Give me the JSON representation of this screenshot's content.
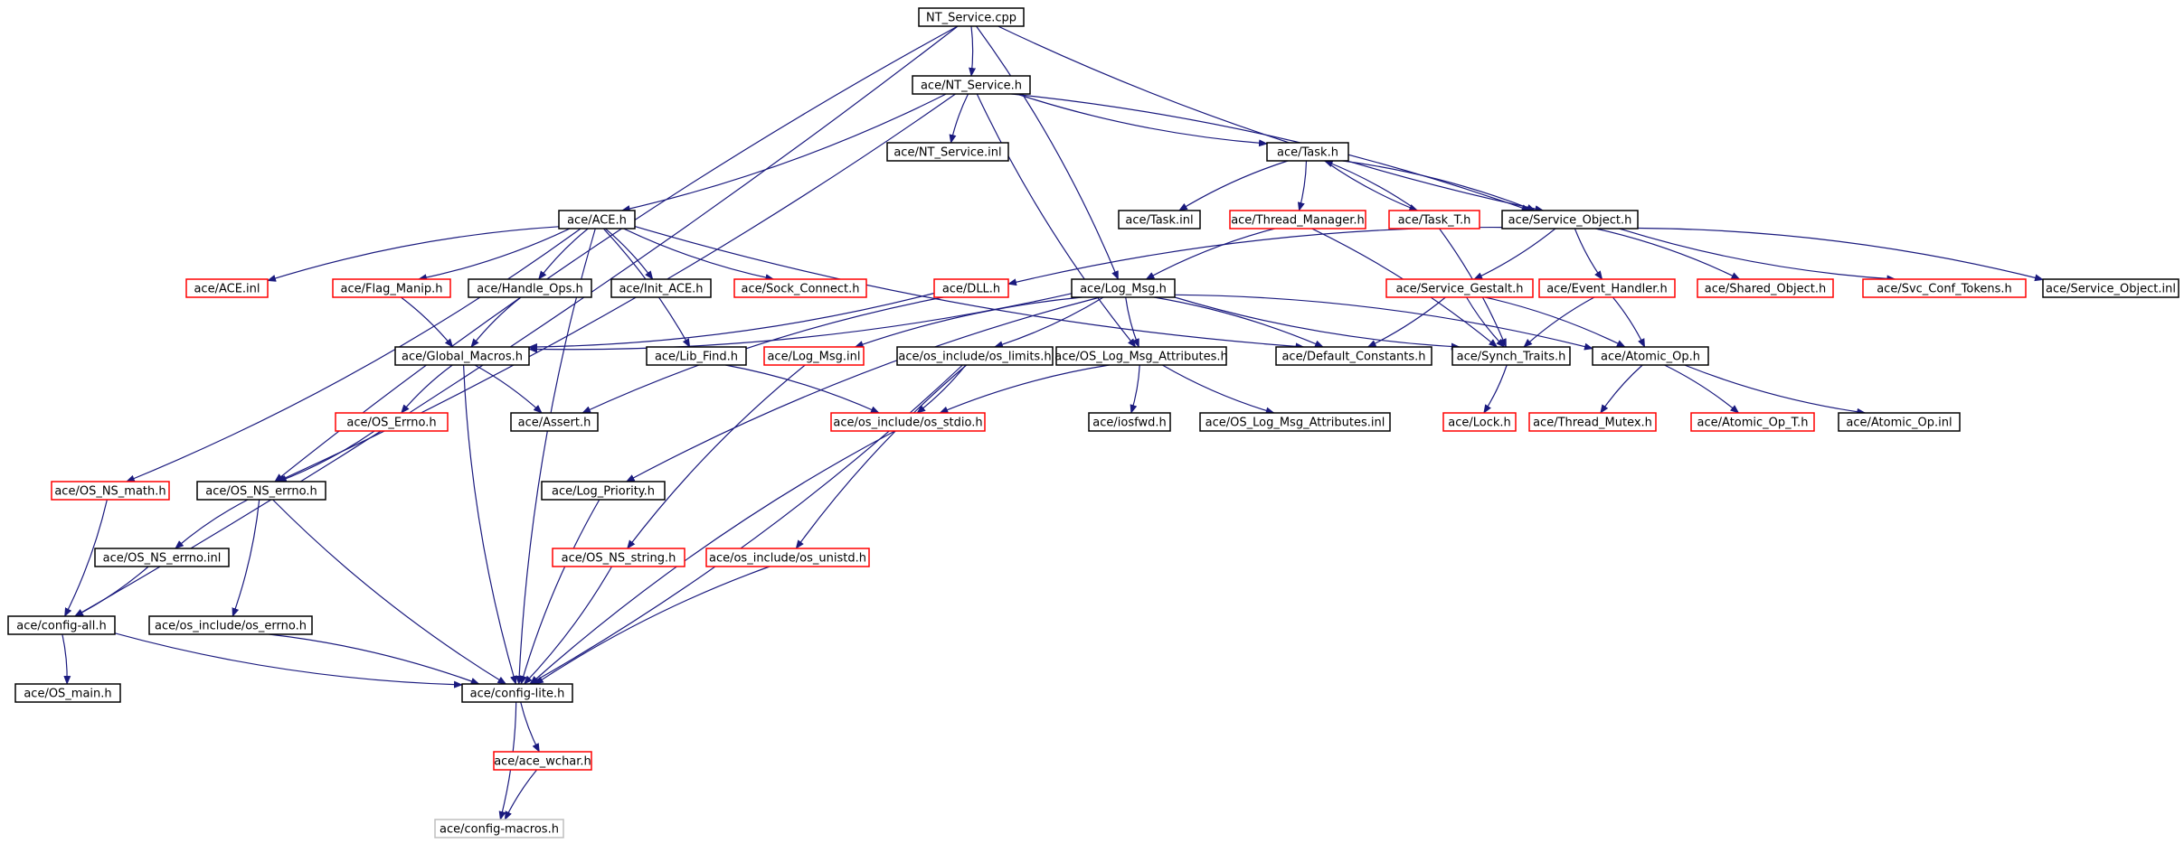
{
  "colors": {
    "edge": "#1a1a7e",
    "border_default": "#000000",
    "border_truncated": "#ff0000",
    "border_faded": "#bfbfbf",
    "root_fill": "#bfbfbf"
  },
  "nodes": [
    {
      "id": "nt_service_cpp",
      "label": "NT_Service.cpp",
      "style": "root"
    },
    {
      "id": "nt_service_h",
      "label": "ace/NT_Service.h",
      "style": "normal"
    },
    {
      "id": "nt_service_inl",
      "label": "ace/NT_Service.inl",
      "style": "normal"
    },
    {
      "id": "task_h",
      "label": "ace/Task.h",
      "style": "normal"
    },
    {
      "id": "task_inl",
      "label": "ace/Task.inl",
      "style": "normal"
    },
    {
      "id": "thread_manager_h",
      "label": "ace/Thread_Manager.h",
      "style": "truncated"
    },
    {
      "id": "task_t_h",
      "label": "ace/Task_T.h",
      "style": "truncated"
    },
    {
      "id": "service_object_h",
      "label": "ace/Service_Object.h",
      "style": "normal"
    },
    {
      "id": "ace_h",
      "label": "ace/ACE.h",
      "style": "normal"
    },
    {
      "id": "ace_inl",
      "label": "ace/ACE.inl",
      "style": "truncated"
    },
    {
      "id": "flag_manip_h",
      "label": "ace/Flag_Manip.h",
      "style": "truncated"
    },
    {
      "id": "handle_ops_h",
      "label": "ace/Handle_Ops.h",
      "style": "normal"
    },
    {
      "id": "init_ace_h",
      "label": "ace/Init_ACE.h",
      "style": "normal"
    },
    {
      "id": "sock_connect_h",
      "label": "ace/Sock_Connect.h",
      "style": "truncated"
    },
    {
      "id": "dll_h",
      "label": "ace/DLL.h",
      "style": "truncated"
    },
    {
      "id": "log_msg_h",
      "label": "ace/Log_Msg.h",
      "style": "normal"
    },
    {
      "id": "service_gestalt_h",
      "label": "ace/Service_Gestalt.h",
      "style": "truncated"
    },
    {
      "id": "event_handler_h",
      "label": "ace/Event_Handler.h",
      "style": "truncated"
    },
    {
      "id": "shared_object_h",
      "label": "ace/Shared_Object.h",
      "style": "truncated"
    },
    {
      "id": "svc_conf_tokens_h",
      "label": "ace/Svc_Conf_Tokens.h",
      "style": "truncated"
    },
    {
      "id": "service_object_inl",
      "label": "ace/Service_Object.inl",
      "style": "normal"
    },
    {
      "id": "global_macros_h",
      "label": "ace/Global_Macros.h",
      "style": "normal"
    },
    {
      "id": "lib_find_h",
      "label": "ace/Lib_Find.h",
      "style": "normal"
    },
    {
      "id": "log_msg_inl",
      "label": "ace/Log_Msg.inl",
      "style": "truncated"
    },
    {
      "id": "os_limits_h",
      "label": "ace/os_include/os_limits.h",
      "style": "normal"
    },
    {
      "id": "os_log_msg_attributes_h",
      "label": "ace/OS_Log_Msg_Attributes.h",
      "style": "normal"
    },
    {
      "id": "default_constants_h",
      "label": "ace/Default_Constants.h",
      "style": "normal"
    },
    {
      "id": "synch_traits_h",
      "label": "ace/Synch_Traits.h",
      "style": "normal"
    },
    {
      "id": "atomic_op_h",
      "label": "ace/Atomic_Op.h",
      "style": "normal"
    },
    {
      "id": "os_errno_h",
      "label": "ace/OS_Errno.h",
      "style": "truncated"
    },
    {
      "id": "assert_h",
      "label": "ace/Assert.h",
      "style": "normal"
    },
    {
      "id": "os_stdio_h",
      "label": "ace/os_include/os_stdio.h",
      "style": "truncated"
    },
    {
      "id": "iosfwd_h",
      "label": "ace/iosfwd.h",
      "style": "normal"
    },
    {
      "id": "os_log_msg_attributes_inl",
      "label": "ace/OS_Log_Msg_Attributes.inl",
      "style": "normal"
    },
    {
      "id": "lock_h",
      "label": "ace/Lock.h",
      "style": "truncated"
    },
    {
      "id": "thread_mutex_h",
      "label": "ace/Thread_Mutex.h",
      "style": "truncated"
    },
    {
      "id": "atomic_op_t_h",
      "label": "ace/Atomic_Op_T.h",
      "style": "truncated"
    },
    {
      "id": "atomic_op_inl",
      "label": "ace/Atomic_Op.inl",
      "style": "normal"
    },
    {
      "id": "os_ns_math_h",
      "label": "ace/OS_NS_math.h",
      "style": "truncated"
    },
    {
      "id": "os_ns_errno_h",
      "label": "ace/OS_NS_errno.h",
      "style": "normal"
    },
    {
      "id": "log_priority_h",
      "label": "ace/Log_Priority.h",
      "style": "normal"
    },
    {
      "id": "os_ns_errno_inl",
      "label": "ace/OS_NS_errno.inl",
      "style": "normal"
    },
    {
      "id": "os_ns_string_h",
      "label": "ace/OS_NS_string.h",
      "style": "truncated"
    },
    {
      "id": "os_unistd_h",
      "label": "ace/os_include/os_unistd.h",
      "style": "truncated"
    },
    {
      "id": "config_all_h",
      "label": "ace/config-all.h",
      "style": "normal"
    },
    {
      "id": "os_include_os_errno_h",
      "label": "ace/os_include/os_errno.h",
      "style": "normal"
    },
    {
      "id": "os_main_h",
      "label": "ace/OS_main.h",
      "style": "normal"
    },
    {
      "id": "config_lite_h",
      "label": "ace/config-lite.h",
      "style": "normal"
    },
    {
      "id": "ace_wchar_h",
      "label": "ace/ace_wchar.h",
      "style": "truncated"
    },
    {
      "id": "config_macros_h",
      "label": "ace/config-macros.h",
      "style": "faded"
    }
  ],
  "edges": [
    [
      "nt_service_cpp",
      "nt_service_h"
    ],
    [
      "nt_service_cpp",
      "service_object_h"
    ],
    [
      "nt_service_cpp",
      "log_msg_h"
    ],
    [
      "nt_service_cpp",
      "os_ns_errno_h"
    ],
    [
      "nt_service_cpp",
      "config_all_h"
    ],
    [
      "nt_service_h",
      "nt_service_inl"
    ],
    [
      "nt_service_h",
      "ace_h"
    ],
    [
      "nt_service_h",
      "task_h"
    ],
    [
      "nt_service_h",
      "service_object_h"
    ],
    [
      "nt_service_h",
      "os_log_msg_attributes_h"
    ],
    [
      "nt_service_h",
      "os_ns_errno_h"
    ],
    [
      "task_h",
      "task_inl"
    ],
    [
      "task_h",
      "thread_manager_h"
    ],
    [
      "task_h",
      "task_t_h"
    ],
    [
      "task_h",
      "service_object_h"
    ],
    [
      "task_t_h",
      "task_h"
    ],
    [
      "task_t_h",
      "synch_traits_h"
    ],
    [
      "thread_manager_h",
      "log_msg_h"
    ],
    [
      "thread_manager_h",
      "synch_traits_h"
    ],
    [
      "service_object_h",
      "dll_h"
    ],
    [
      "service_object_h",
      "service_gestalt_h"
    ],
    [
      "service_object_h",
      "event_handler_h"
    ],
    [
      "service_object_h",
      "shared_object_h"
    ],
    [
      "service_object_h",
      "svc_conf_tokens_h"
    ],
    [
      "service_object_h",
      "service_object_inl"
    ],
    [
      "ace_h",
      "ace_inl"
    ],
    [
      "ace_h",
      "flag_manip_h"
    ],
    [
      "ace_h",
      "handle_ops_h"
    ],
    [
      "ace_h",
      "init_ace_h"
    ],
    [
      "ace_h",
      "sock_connect_h"
    ],
    [
      "ace_h",
      "lib_find_h"
    ],
    [
      "ace_h",
      "default_constants_h"
    ],
    [
      "ace_h",
      "os_ns_math_h"
    ],
    [
      "ace_h",
      "config_lite_h"
    ],
    [
      "flag_manip_h",
      "global_macros_h"
    ],
    [
      "handle_ops_h",
      "global_macros_h"
    ],
    [
      "dll_h",
      "global_macros_h"
    ],
    [
      "dll_h",
      "assert_h"
    ],
    [
      "log_msg_h",
      "global_macros_h"
    ],
    [
      "log_msg_h",
      "log_msg_inl"
    ],
    [
      "log_msg_h",
      "os_limits_h"
    ],
    [
      "log_msg_h",
      "os_log_msg_attributes_h"
    ],
    [
      "log_msg_h",
      "default_constants_h"
    ],
    [
      "log_msg_h",
      "synch_traits_h"
    ],
    [
      "log_msg_h",
      "atomic_op_h"
    ],
    [
      "log_msg_h",
      "log_priority_h"
    ],
    [
      "service_gestalt_h",
      "default_constants_h"
    ],
    [
      "service_gestalt_h",
      "synch_traits_h"
    ],
    [
      "service_gestalt_h",
      "atomic_op_h"
    ],
    [
      "event_handler_h",
      "synch_traits_h"
    ],
    [
      "event_handler_h",
      "atomic_op_h"
    ],
    [
      "global_macros_h",
      "os_errno_h"
    ],
    [
      "global_macros_h",
      "assert_h"
    ],
    [
      "global_macros_h",
      "config_lite_h"
    ],
    [
      "lib_find_h",
      "os_stdio_h"
    ],
    [
      "log_msg_inl",
      "os_ns_string_h"
    ],
    [
      "os_limits_h",
      "os_stdio_h"
    ],
    [
      "os_limits_h",
      "os_unistd_h"
    ],
    [
      "os_limits_h",
      "config_lite_h"
    ],
    [
      "os_log_msg_attributes_h",
      "os_stdio_h"
    ],
    [
      "os_log_msg_attributes_h",
      "iosfwd_h"
    ],
    [
      "os_log_msg_attributes_h",
      "os_log_msg_attributes_inl"
    ],
    [
      "synch_traits_h",
      "lock_h"
    ],
    [
      "atomic_op_h",
      "thread_mutex_h"
    ],
    [
      "atomic_op_h",
      "atomic_op_t_h"
    ],
    [
      "atomic_op_h",
      "atomic_op_inl"
    ],
    [
      "os_errno_h",
      "os_ns_errno_h"
    ],
    [
      "os_stdio_h",
      "config_lite_h"
    ],
    [
      "os_ns_math_h",
      "config_all_h"
    ],
    [
      "os_ns_errno_h",
      "os_ns_errno_inl"
    ],
    [
      "os_ns_errno_h",
      "os_include_os_errno_h"
    ],
    [
      "os_ns_errno_h",
      "config_lite_h"
    ],
    [
      "os_ns_errno_inl",
      "config_all_h"
    ],
    [
      "log_priority_h",
      "config_lite_h"
    ],
    [
      "os_ns_string_h",
      "config_lite_h"
    ],
    [
      "os_unistd_h",
      "config_lite_h"
    ],
    [
      "config_all_h",
      "os_main_h"
    ],
    [
      "config_all_h",
      "config_lite_h"
    ],
    [
      "os_include_os_errno_h",
      "config_lite_h"
    ],
    [
      "config_lite_h",
      "ace_wchar_h"
    ],
    [
      "config_lite_h",
      "config_macros_h"
    ],
    [
      "ace_wchar_h",
      "config_macros_h"
    ]
  ]
}
